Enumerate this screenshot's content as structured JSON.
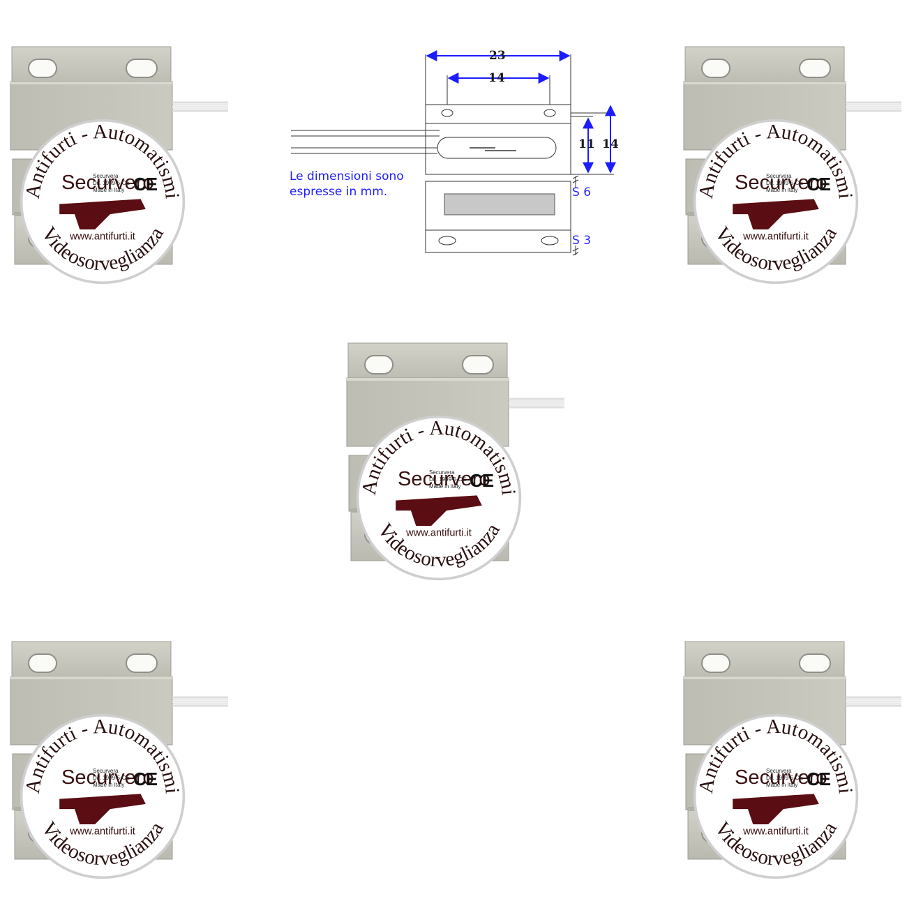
{
  "diagram": {
    "dimensions": {
      "width_outer": "23",
      "hole_spacing": "14",
      "inner_height": "11",
      "outer_height": "14",
      "gap_1": "S 6",
      "gap_2": "S 3"
    },
    "note_line1": "Le dimensioni sono",
    "note_line2": "espresse in mm."
  },
  "product": {
    "logo_text_top": "Antifurti - Automatismi",
    "logo_text_bottom": "Videosorveglianza",
    "logo_brand": "Securvero",
    "logo_url": "www.antifurti.it",
    "marking_brand": "Securvera",
    "marking_directive": "Dir. 1999-5-CE",
    "marking_origin": "Made in Italy",
    "ce_mark": "CE"
  },
  "colors": {
    "body": "#c5c5bc",
    "body_dark": "#a9a9a0",
    "hole": "#fafaf7",
    "dimension_blue": "#1c1cff"
  }
}
